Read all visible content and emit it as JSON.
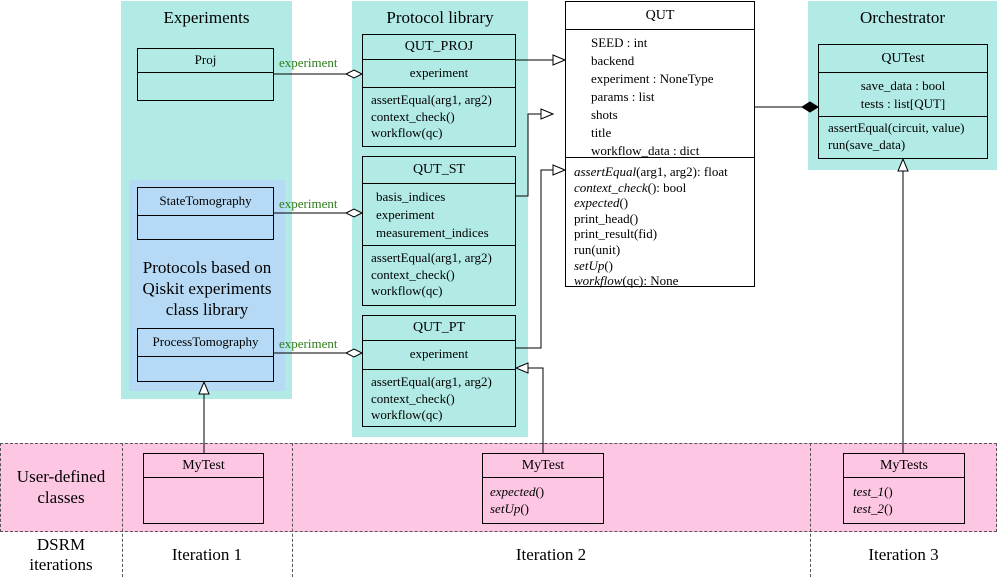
{
  "panels": {
    "experiments": "Experiments",
    "protocol_library": "Protocol library",
    "orchestrator": "Orchestrator"
  },
  "qiskit_note": [
    "Protocols based on",
    "Qiskit experiments",
    "class library"
  ],
  "assoc_label": "experiment",
  "classes": {
    "proj": {
      "name": "Proj"
    },
    "state_tomography": {
      "name": "StateTomography"
    },
    "process_tomography": {
      "name": "ProcessTomography"
    },
    "qut_proj": {
      "name": "QUT_PROJ",
      "attrs": [
        "experiment"
      ],
      "methods": [
        "assertEqual(arg1, arg2)",
        "context_check()",
        "workflow(qc)"
      ]
    },
    "qut_st": {
      "name": "QUT_ST",
      "attrs": [
        "basis_indices",
        "experiment",
        "measurement_indices"
      ],
      "methods": [
        "assertEqual(arg1, arg2)",
        "context_check()",
        "workflow(qc)"
      ]
    },
    "qut_pt": {
      "name": "QUT_PT",
      "attrs": [
        "experiment"
      ],
      "methods": [
        "assertEqual(arg1, arg2)",
        "context_check()",
        "workflow(qc)"
      ]
    },
    "qut": {
      "name": "QUT",
      "attrs": [
        "SEED : int",
        "backend",
        "experiment : NoneType",
        "params : list",
        "shots",
        "title",
        "workflow_data : dict"
      ],
      "methods": [
        {
          "name": "assertEqual",
          "rest": "(arg1, arg2): float",
          "italic": true
        },
        {
          "name": "context_check",
          "rest": "(): bool",
          "italic": true
        },
        {
          "name": "expected",
          "rest": "()",
          "italic": true
        },
        {
          "name": "print_head",
          "rest": "()",
          "italic": false
        },
        {
          "name": "print_result",
          "rest": "(fid)",
          "italic": false
        },
        {
          "name": "run",
          "rest": "(unit)",
          "italic": false
        },
        {
          "name": "setUp",
          "rest": "()",
          "italic": true
        },
        {
          "name": "workflow",
          "rest": "(qc): None",
          "italic": true
        }
      ]
    },
    "qutest": {
      "name": "QUTest",
      "attrs": [
        "save_data : bool",
        "tests : list[QUT]"
      ],
      "methods": [
        "assertEqual(circuit, value)",
        "run(save_data)"
      ]
    },
    "mytest1": {
      "name": "MyTest"
    },
    "mytest2": {
      "name": "MyTest",
      "methods": [
        "expected",
        "setUp"
      ]
    },
    "mytests3": {
      "name": "MyTests",
      "methods": [
        "test_1",
        "test_2"
      ]
    }
  },
  "rows": {
    "user_defined": [
      "User-defined",
      "classes"
    ],
    "dsrm": [
      "DSRM",
      "iterations"
    ]
  },
  "iterations": [
    "Iteration 1",
    "Iteration 2",
    "Iteration 3"
  ],
  "colors": {
    "teal": "#b2ebe6",
    "blue": "#b6daf5",
    "pink": "#fdc6e2",
    "green": "#2e7d1a"
  }
}
